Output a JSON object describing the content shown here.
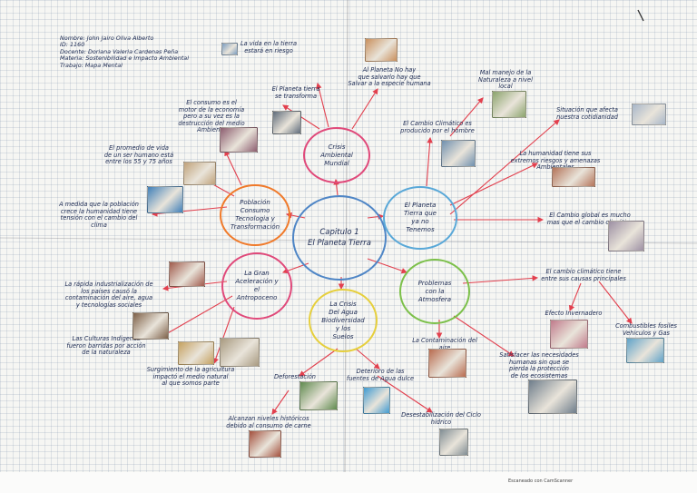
{
  "header": {
    "lines": [
      "Nombre: John Jairo Oliva Alberto",
      "ID: 1160",
      "Docente: Doriana Valeria Cardenas Peña",
      "Materia: Sostenibilidad e Impacto Ambiental",
      "Trabajo: Mapa Mental"
    ]
  },
  "center": {
    "line1": "Capitulo 1",
    "line2": "El Planeta Tierra"
  },
  "nodes": {
    "crisis": [
      "Crisis",
      "Ambiental",
      "Mundial"
    ],
    "planeta": [
      "El Planeta",
      "Tierra que",
      "ya no",
      "Tenemos"
    ],
    "problemas": [
      "Problemas",
      "con la",
      "Atmosfera"
    ],
    "agua": [
      "La Crisis",
      "Del Agua",
      "Biodiversidad",
      "y los",
      "Suelos"
    ],
    "aceleracion": [
      "La Gran",
      "Aceleración y",
      "el",
      "Antropoceno"
    ],
    "poblacion": [
      "Población",
      "Consumo",
      "Tecnologia y",
      "Transformación"
    ]
  },
  "texts": {
    "t_vida": [
      "La vida en la tierra",
      "estará en riesgo"
    ],
    "t_planeta_transforma": [
      "El Planeta tierra",
      "se transforma"
    ],
    "t_nadie": [
      "Al Planeta No hay",
      "que salvarlo hay que",
      "Salvar a la especie humana"
    ],
    "t_mal_manejo": [
      "Mal manejo de la",
      "Naturaleza a nivel",
      "local"
    ],
    "t_cambio_humano": [
      "El Cambio Climático es",
      "producido por el hombre"
    ],
    "t_situacion": [
      "Situación que afecta",
      "nuestra cotidianidad"
    ],
    "t_humanidad": [
      "La humanidad tiene sus",
      "extremos riesgos y amenazas",
      "Ambientales"
    ],
    "t_global": [
      "El Cambio global es mucho",
      "mas que el cambio climático"
    ],
    "t_consumo": [
      "El consumo es el",
      "motor de la economía",
      "pero a su vez es la",
      "destrucción del medio",
      "Ambiente"
    ],
    "t_promedio": [
      "El promedio de vida",
      "de un ser humano está",
      "entre los 55 y 75 años"
    ],
    "t_medida": [
      "A medida que la población",
      "crece la humanidad tiene",
      "tensión con el cambio del",
      "clima"
    ],
    "t_industrializacion": [
      "La rápida industrialización de",
      "los países causó la",
      "contaminación del aire, agua",
      "y tecnologías sociales"
    ],
    "t_culturas": [
      "Las Culturas Indigenas",
      "fueron barridas por acción",
      "de la naturaleza"
    ],
    "t_agricultura": [
      "Surgimiento de la agricultura",
      "impactó el medio natural",
      "al que somos parte"
    ],
    "t_deforestacion": [
      "Deforestación"
    ],
    "t_alcanzan": [
      "Alcanzan niveles históricos",
      "debido al consumo de carne"
    ],
    "t_deterioro": [
      "Deterioro de las",
      "fuentes de Agua dulce"
    ],
    "t_desestabilizacion": [
      "Desestabilización del Ciclo",
      "hídrico"
    ],
    "t_contaminacion": [
      "La Contaminación del",
      "aire"
    ],
    "t_satisfacer": [
      "Satisfacer las necesidades",
      "humanas sin que se",
      "pierda la protección",
      "de los ecosistemas"
    ],
    "t_causas": [
      "El cambio climático tiene",
      "entre sus causas principales"
    ],
    "t_invernadero": [
      "Efecto Invernadero"
    ],
    "t_combustibles": [
      "Combustibles fosiles",
      "Vehiculos y Gas"
    ]
  },
  "photos": {
    "p1": "#7a9cc0",
    "p2": "#c98f5c",
    "p3": "#5e6b7a",
    "p4": "#8aa36b",
    "p5": "#a7b6c9",
    "p6": "#8c5d6f",
    "p7": "#c0a27a",
    "p8": "#6f8fae",
    "p9": "#b4745a",
    "p10": "#9c8fa3",
    "p11": "#3f7fb8",
    "p12": "#a05a4c",
    "p13": "#7d6048",
    "p14": "#c5a15f",
    "p15": "#a89a80",
    "p16": "#5f8a4e",
    "p17": "#b86b4f",
    "p18": "#a34f3c",
    "p19": "#3e9ad1",
    "p20": "#7f8c93",
    "p21": "#6e7d8b",
    "p22": "#c07a8b",
    "p23": "#5fa3c9",
    "p24": "#9aa1a8"
  },
  "colors": {
    "center": "#4f86c6",
    "crisis": "#e0497a",
    "planeta": "#59a8d8",
    "problemas": "#7cc04a",
    "agua": "#e6cf3c",
    "aceleracion": "#e0497a",
    "poblacion": "#f07a2a",
    "arrow": "#e2404e"
  },
  "footer": "Escaneado con CamScanner"
}
